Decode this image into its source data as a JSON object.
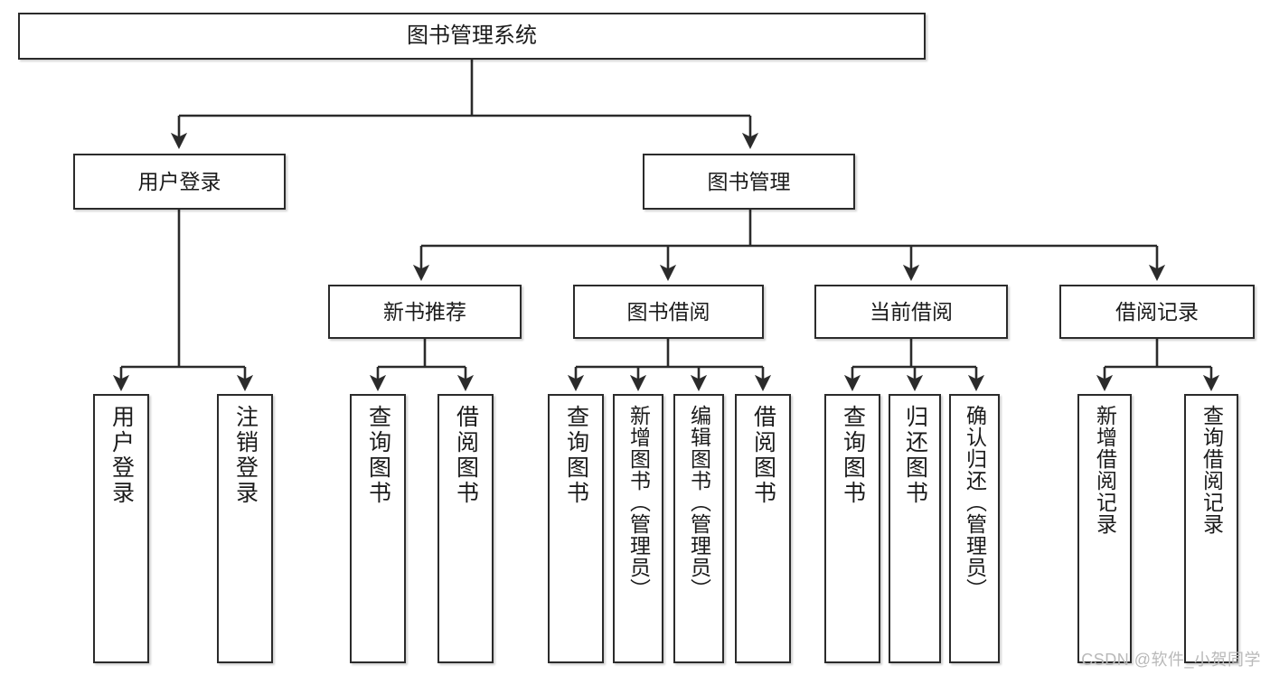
{
  "diagram": {
    "title": "图书管理系统",
    "type": "tree",
    "watermark": "CSDN @软件_小贺同学",
    "colors": {
      "background": "#ffffff",
      "box_border": "#2b2b2b",
      "box_fill": "#ffffff",
      "edge": "#2b2b2b",
      "text": "#1b1b1b",
      "watermark": "#b9b9b9"
    },
    "levels": {
      "root": {
        "label": "图书管理系统"
      },
      "level2": [
        {
          "label": "用户登录"
        },
        {
          "label": "图书管理"
        }
      ],
      "level3": [
        {
          "label": "新书推荐"
        },
        {
          "label": "图书借阅"
        },
        {
          "label": "当前借阅"
        },
        {
          "label": "借阅记录"
        }
      ],
      "leaves": [
        {
          "label": "用户登录",
          "parent": "用户登录"
        },
        {
          "label": "注销登录",
          "parent": "用户登录"
        },
        {
          "label": "查询图书",
          "parent": "新书推荐"
        },
        {
          "label": "借阅图书",
          "parent": "新书推荐"
        },
        {
          "label": "查询图书",
          "parent": "图书借阅"
        },
        {
          "label": "新增图书（管理员）",
          "parent": "图书借阅"
        },
        {
          "label": "编辑图书（管理员）",
          "parent": "图书借阅"
        },
        {
          "label": "借阅图书",
          "parent": "图书借阅"
        },
        {
          "label": "查询图书",
          "parent": "当前借阅"
        },
        {
          "label": "归还图书",
          "parent": "当前借阅"
        },
        {
          "label": "确认归还（管理员）",
          "parent": "当前借阅"
        },
        {
          "label": "新增借阅记录",
          "parent": "借阅记录"
        },
        {
          "label": "查询借阅记录",
          "parent": "借阅记录"
        }
      ]
    }
  }
}
